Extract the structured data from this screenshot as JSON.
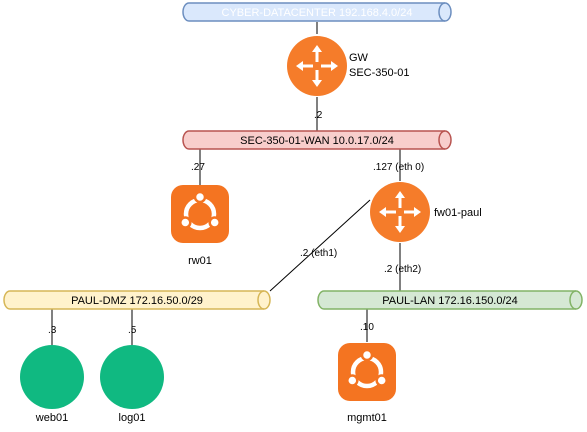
{
  "networks": {
    "datacenter": {
      "label": "CYBER-DATACENTER 192.168.4.0/24",
      "fill": "#dae8fc",
      "stroke": "#6c8ebf"
    },
    "wan": {
      "label": "SEC-350-01-WAN 10.0.17.0/24",
      "fill": "#f8cecc",
      "stroke": "#b85450"
    },
    "dmz": {
      "label": "PAUL-DMZ 172.16.50.0/29",
      "fill": "#fff2cc",
      "stroke": "#d6b656"
    },
    "lan": {
      "label": "PAUL-LAN 172.16.150.0/24",
      "fill": "#d5e8d4",
      "stroke": "#82b366"
    }
  },
  "routers": {
    "gw": {
      "name_line1": "GW",
      "name_line2": "SEC-350-01",
      "icon": "router-icon",
      "color": "#f57c2a"
    },
    "fw": {
      "name": "fw01-paul",
      "icon": "router-icon",
      "color": "#f57c2a"
    }
  },
  "links": {
    "gw_wan": ".2",
    "rw01_wan": ".27",
    "fw_wan": ".127 (eth 0)",
    "fw_dmz": ".2 (eth1)",
    "fw_lan": ".2 (eth2)",
    "web01_dmz": ".3",
    "log01_dmz": ".5",
    "mgmt01_lan": ".10"
  },
  "hosts": {
    "rw01": {
      "name": "rw01",
      "icon": "ubuntu-icon",
      "color": "#f47421"
    },
    "web01": {
      "name": "web01",
      "icon": "rocky-linux-icon",
      "color": "#10b981"
    },
    "log01": {
      "name": "log01",
      "icon": "rocky-linux-icon",
      "color": "#10b981"
    },
    "mgmt01": {
      "name": "mgmt01",
      "icon": "ubuntu-icon",
      "color": "#f47421"
    }
  }
}
